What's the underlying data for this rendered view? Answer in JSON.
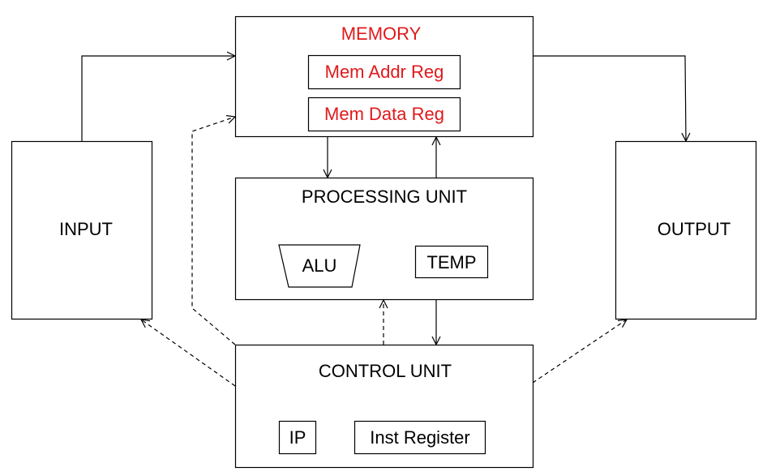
{
  "diagram": {
    "memory": {
      "title": "MEMORY",
      "addr_reg": "Mem Addr Reg",
      "data_reg": "Mem Data Reg"
    },
    "input": {
      "label": "INPUT"
    },
    "output": {
      "label": "OUTPUT"
    },
    "processing_unit": {
      "title": "PROCESSING UNIT",
      "alu": "ALU",
      "temp": "TEMP"
    },
    "control_unit": {
      "title": "CONTROL UNIT",
      "ip": "IP",
      "inst_register": "Inst Register"
    }
  },
  "colors": {
    "memory_text": "#e0191b",
    "stroke": "#000000",
    "text": "#000000"
  }
}
